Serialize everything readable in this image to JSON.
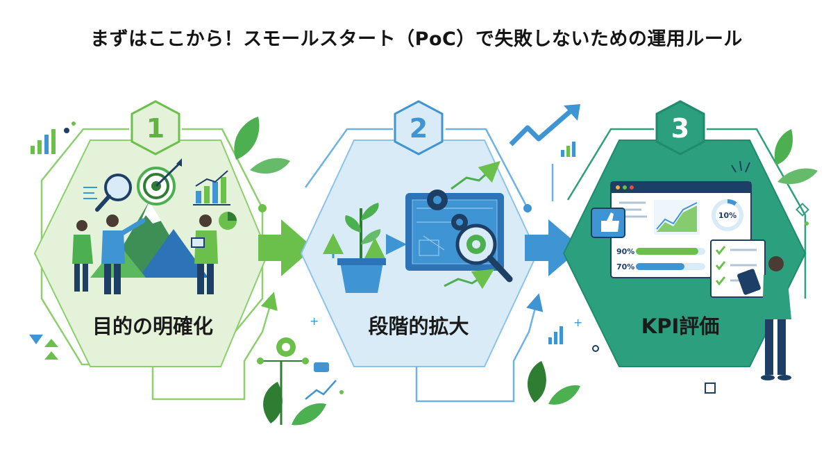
{
  "title": "まずはここから！スモールスタート（PoC）で失敗しないための運用ルール",
  "steps": [
    {
      "number": "1",
      "label": "目的の明確化",
      "fill": "#e3f2d9",
      "accent": "#6bc04b"
    },
    {
      "number": "2",
      "label": "段階的拡大",
      "fill": "#d8ebf7",
      "accent": "#3f95d3"
    },
    {
      "number": "3",
      "label": "KPI評価",
      "fill": "#2c9f7f",
      "accent": "#1f8a6e"
    }
  ],
  "kpi_panel": {
    "donut_value": "10%",
    "bars": [
      {
        "label": "90%",
        "fraction": 0.9
      },
      {
        "label": "70%",
        "fraction": 0.7
      }
    ]
  },
  "colors": {
    "green": "#6bc04b",
    "blue": "#3f95d3",
    "teal": "#2c9f7f",
    "navy": "#1d3f66"
  }
}
